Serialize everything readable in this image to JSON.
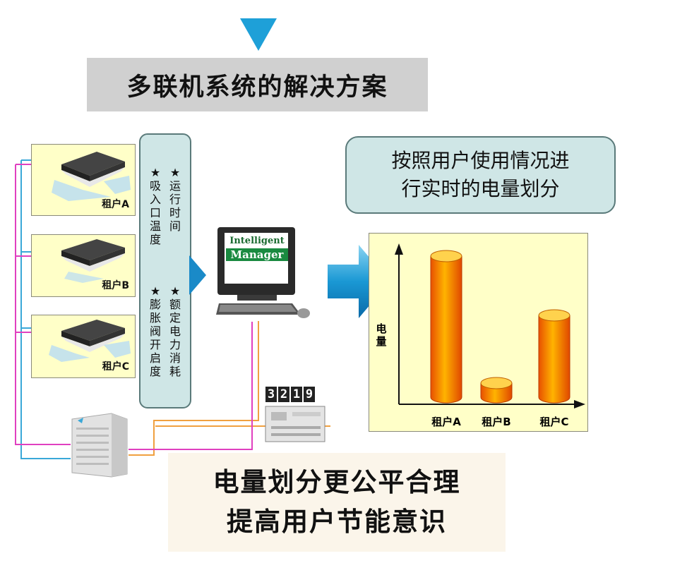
{
  "title": "多联机系统的解决方案",
  "tenants": [
    {
      "label": "租户A"
    },
    {
      "label": "租户B"
    },
    {
      "label": "租户C"
    }
  ],
  "info_columns": [
    {
      "text": "★运行时间"
    },
    {
      "text": "★吸入口温度"
    },
    {
      "text": "★额定电力消耗"
    },
    {
      "text": "★膨胀阀开启度"
    }
  ],
  "computer": {
    "logo_line1": "Intelligent",
    "logo_line2": "Manager"
  },
  "meter": {
    "digits": [
      "3",
      "2",
      "1",
      "9"
    ]
  },
  "right_box": {
    "line1": "按照用户使用情况进",
    "line2": "行实时的电量划分"
  },
  "chart_data": {
    "type": "bar",
    "categories": [
      "租户A",
      "租户B",
      "租户C"
    ],
    "values": [
      1.0,
      0.1,
      0.58
    ],
    "ylabel": "电量",
    "style": "3d-cylinder",
    "colors": {
      "top": "#ffd24d",
      "body_light": "#ffb300",
      "body_dark": "#e85000"
    }
  },
  "bottom": {
    "line1": "电量划分更公平合理",
    "line2": "提高用户节能意识"
  },
  "colors": {
    "panel_yellow": "#ffffc8",
    "panel_teal": "#cfe6e6",
    "arrow_blue": "#1ea0d8",
    "wire_pink": "#e040c0",
    "wire_blue": "#3aa8d8",
    "wire_orange": "#f0a040"
  }
}
